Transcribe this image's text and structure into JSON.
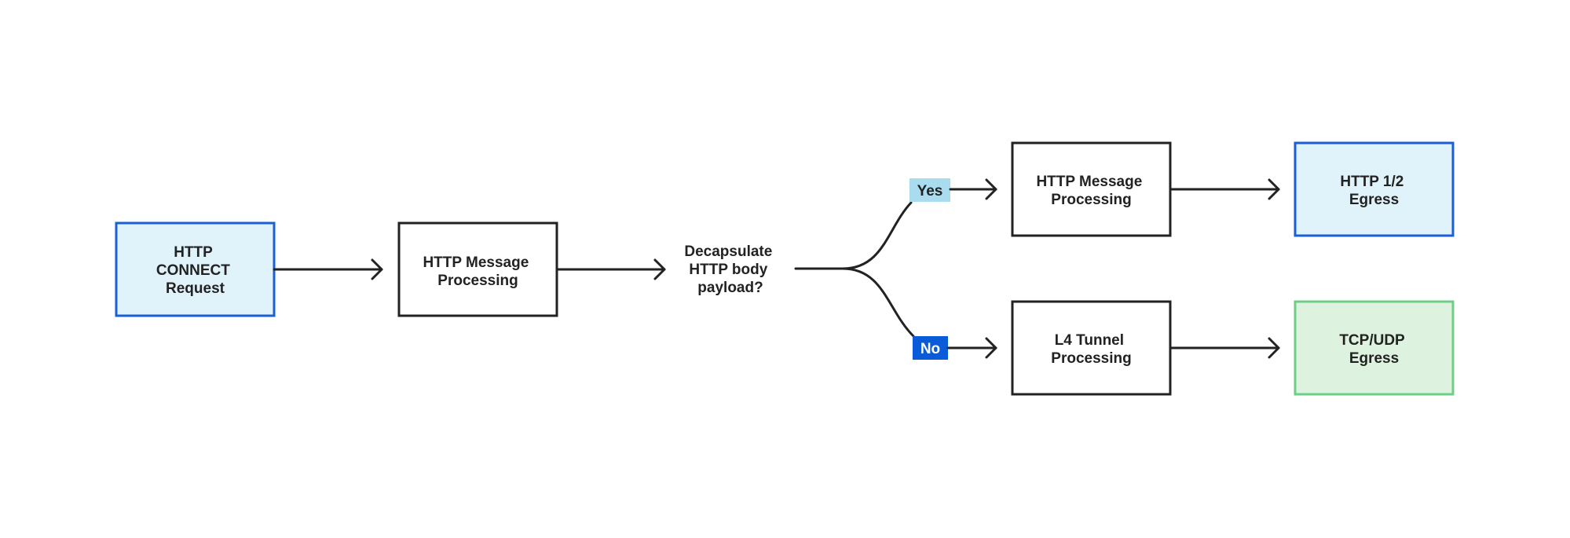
{
  "diagram": {
    "nodes": {
      "connect_request": {
        "lines": [
          "HTTP",
          "CONNECT",
          "Request"
        ]
      },
      "http_processing_1": {
        "lines": [
          "HTTP Message",
          "Processing"
        ]
      },
      "decision": {
        "lines": [
          "Decapsulate",
          "HTTP body",
          "payload?"
        ]
      },
      "http_processing_2": {
        "lines": [
          "HTTP Message",
          "Processing"
        ]
      },
      "l4_tunnel": {
        "lines": [
          "L4 Tunnel",
          "Processing"
        ]
      },
      "http_egress": {
        "lines": [
          "HTTP 1/2",
          "Egress"
        ]
      },
      "tcp_udp_egress": {
        "lines": [
          "TCP/UDP",
          "Egress"
        ]
      }
    },
    "branches": {
      "yes_label": "Yes",
      "no_label": "No"
    },
    "colors": {
      "stroke": "#222222",
      "blue_border": "#1a5fd6",
      "blue_fill": "#e0f3fa",
      "green_border": "#6fce86",
      "green_fill": "#ddf3e0",
      "yes_badge_fill": "#a9dcef",
      "no_badge_fill": "#0a5bd8",
      "no_badge_text": "#ffffff"
    }
  }
}
